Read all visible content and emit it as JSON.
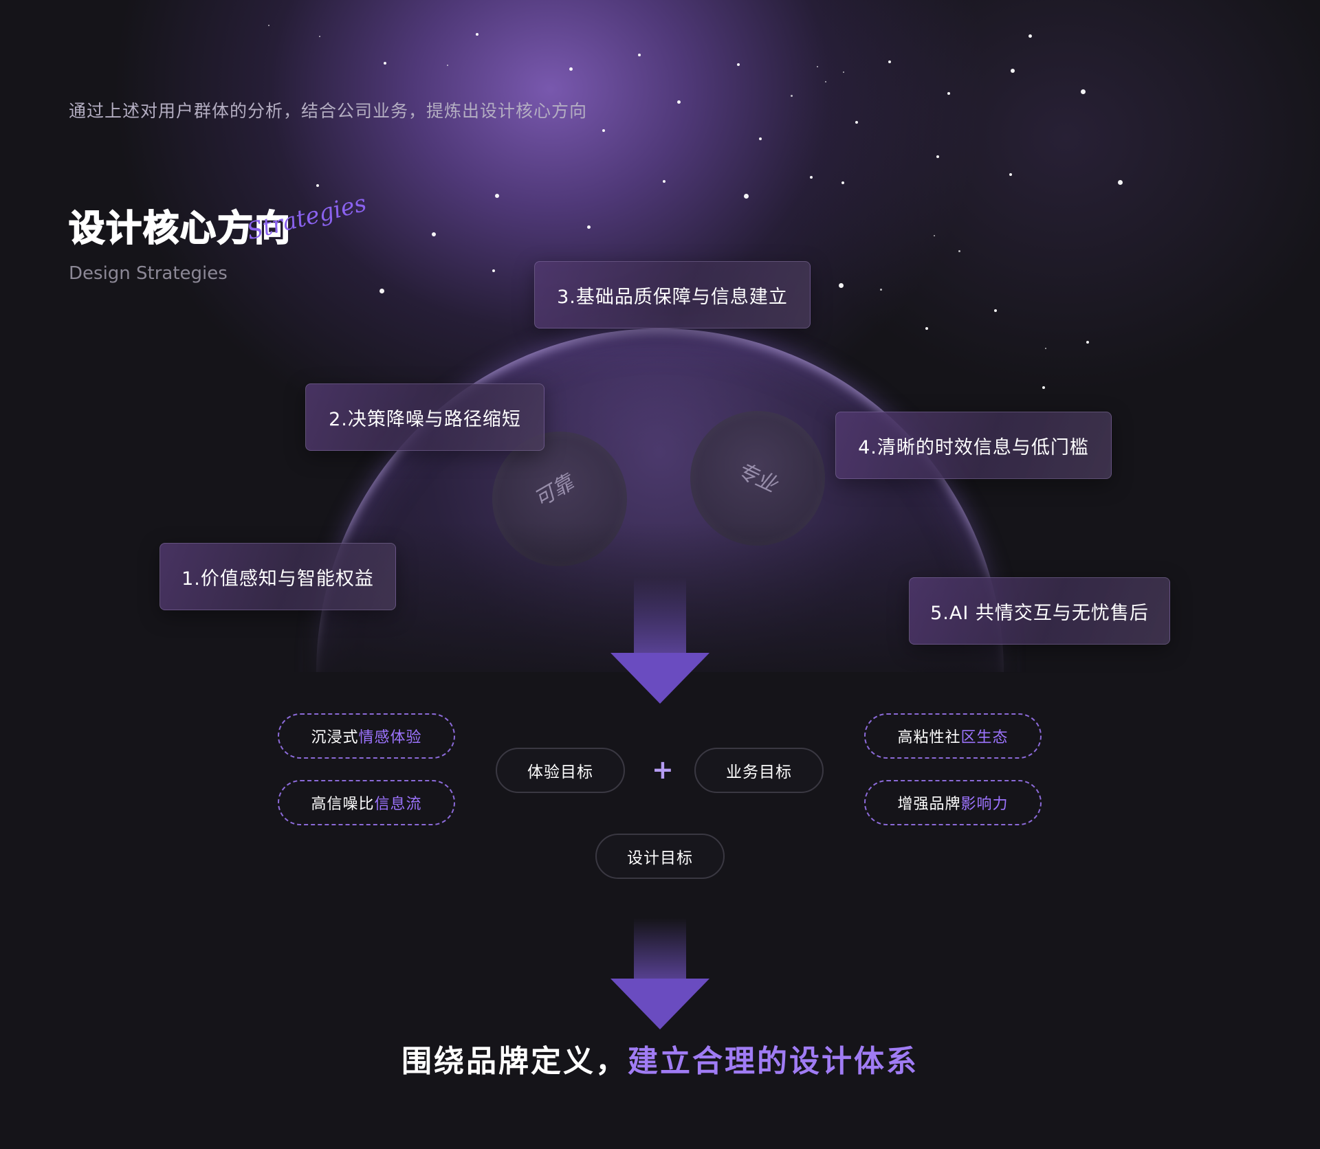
{
  "intro": "通过上述对用户群体的分析，结合公司业务，提炼出设计核心方向",
  "title": "设计核心方向",
  "title_script": "Strategies",
  "subtitle": "Design Strategies",
  "bubbles": {
    "left": "可靠",
    "right": "专业"
  },
  "strategies": [
    {
      "label": "1.价值感知与智能权益"
    },
    {
      "label": "2.决策降噪与路径缩短"
    },
    {
      "label": "3.基础品质保障与信息建立"
    },
    {
      "label": "4.清晰的时效信息与低门槛"
    },
    {
      "label": "5.AI 共情交互与无忧售后"
    }
  ],
  "experience_goals": [
    {
      "white": "沉浸式",
      "purple": "情感体验"
    },
    {
      "white": "高信噪比",
      "purple": "信息流"
    }
  ],
  "business_goals": [
    {
      "white": "高粘性社",
      "purple": "区生态"
    },
    {
      "white": "增强品牌",
      "purple": "影响力"
    }
  ],
  "pills": {
    "experience": "体验目标",
    "plus": "+",
    "business": "业务目标",
    "design": "设计目标"
  },
  "slogan": {
    "white": "围绕品牌定义，",
    "purple": "建立合理的设计体系"
  },
  "colors": {
    "background": "#151419",
    "accent": "#9d74ff",
    "glow": "#7e5cb6"
  }
}
